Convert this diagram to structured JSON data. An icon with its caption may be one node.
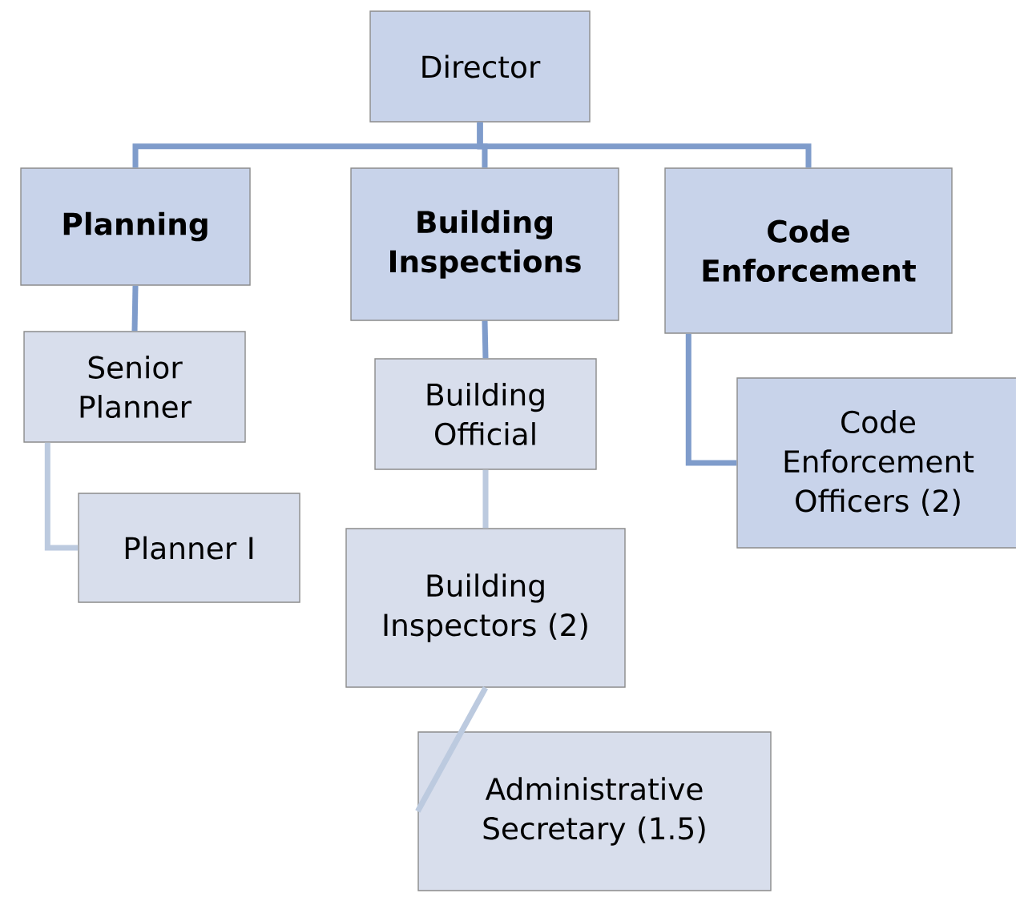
{
  "diagram": {
    "nodes": [
      {
        "text": [
          "Director"
        ]
      },
      {
        "text": [
          "Planning"
        ]
      },
      {
        "text": [
          "Building Inspections"
        ]
      },
      {
        "text": [
          "Code Enforcement"
        ]
      },
      {
        "text": [
          "Senior Planner"
        ]
      },
      {
        "text": [
          "Building Official"
        ]
      },
      {
        "text": [
          "Code Enforcement Officers (2)"
        ]
      },
      {
        "text": [
          "Planner I"
        ]
      },
      {
        "text": [
          "Building Inspectors (2)"
        ]
      },
      {
        "text": [
          "Administrative Secretary (1.5)"
        ]
      }
    ],
    "edges": [
      {
        "from": 0,
        "to": 1,
        "arrow": "none"
      },
      {
        "from": 0,
        "to": 2,
        "arrow": "none"
      },
      {
        "from": 0,
        "to": 3,
        "arrow": "none"
      },
      {
        "from": 1,
        "to": 4,
        "arrow": "none"
      },
      {
        "from": 4,
        "to": 7,
        "arrow": "none",
        "color": "#bccadf"
      },
      {
        "from": 2,
        "to": 5,
        "arrow": "none"
      },
      {
        "from": 5,
        "to": 8,
        "arrow": "none",
        "color": "#bccadf"
      },
      {
        "from": 3,
        "to": 6,
        "arrow": "none"
      },
      {
        "from": 8,
        "to": 9,
        "arrow": "none",
        "color": "#bccadf"
      }
    ]
  }
}
